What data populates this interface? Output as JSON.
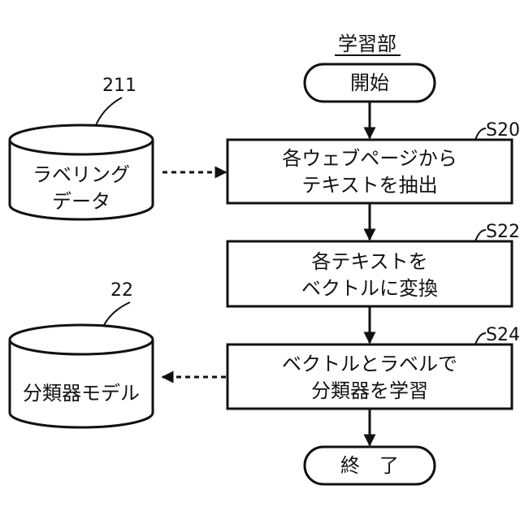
{
  "title": "学習部",
  "start": "開始",
  "end": "終　了",
  "steps": [
    {
      "id": "S20",
      "line1": "各ウェブページから",
      "line2": "テキストを抽出"
    },
    {
      "id": "S22",
      "line1": "各テキストを",
      "line2": "ベクトルに変換"
    },
    {
      "id": "S24",
      "line1": "ベクトルとラベルで",
      "line2": "分類器を学習"
    }
  ],
  "stores": [
    {
      "ref": "211",
      "line1": "ラベリング",
      "line2": "データ"
    },
    {
      "ref": "22",
      "line1": "分類器モデル",
      "line2": ""
    }
  ]
}
